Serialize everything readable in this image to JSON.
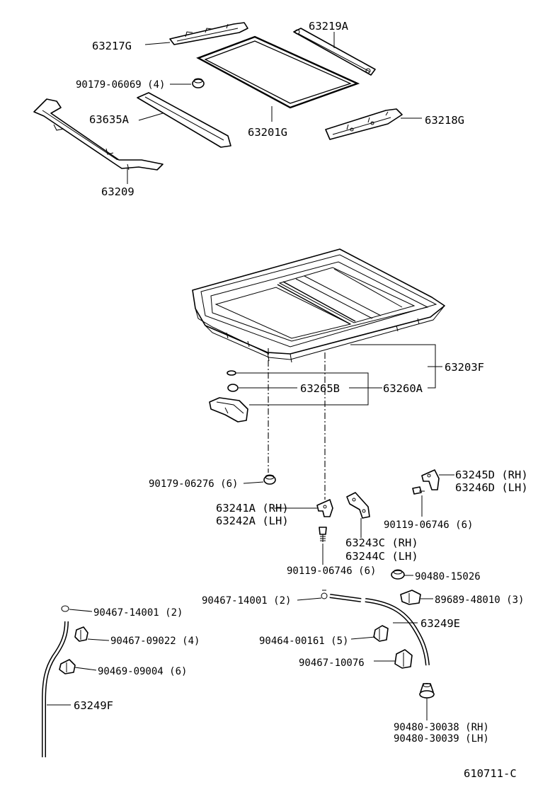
{
  "diagram": {
    "labels": {
      "p63219A": "63219A",
      "p63217G": "63217G",
      "p90179_06069": "90179-06069 (4)",
      "p63635A": "63635A",
      "p63201G": "63201G",
      "p63218G": "63218G",
      "p63209": "63209",
      "p63203F": "63203F",
      "p63265B": "63265B",
      "p63260A": "63260A",
      "p90179_06276": "90179-06276 (6)",
      "p63245D": "63245D (RH)",
      "p63246D": "63246D (LH)",
      "p63241A": "63241A (RH)",
      "p63242A": "63242A (LH)",
      "p90119_06746_a": "90119-06746 (6)",
      "p63243C": "63243C (RH)",
      "p63244C": "63244C (LH)",
      "p90119_06746_b": "90119-06746 (6)",
      "p90480_15026": "90480-15026",
      "p90467_14001_a": "90467-14001 (2)",
      "p89689_48010": "89689-48010 (3)",
      "p63249E": "63249E",
      "p90467_14001_b": "90467-14001 (2)",
      "p90467_09022": "90467-09022 (4)",
      "p90464_00161": "90464-00161 (5)",
      "p90469_09004": "90469-09004 (6)",
      "p90467_10076": "90467-10076",
      "p63249F": "63249F",
      "p90480_30038": "90480-30038 (RH)",
      "p90480_30039": "90480-30039 (LH)",
      "figure_code": "610711-C"
    }
  }
}
